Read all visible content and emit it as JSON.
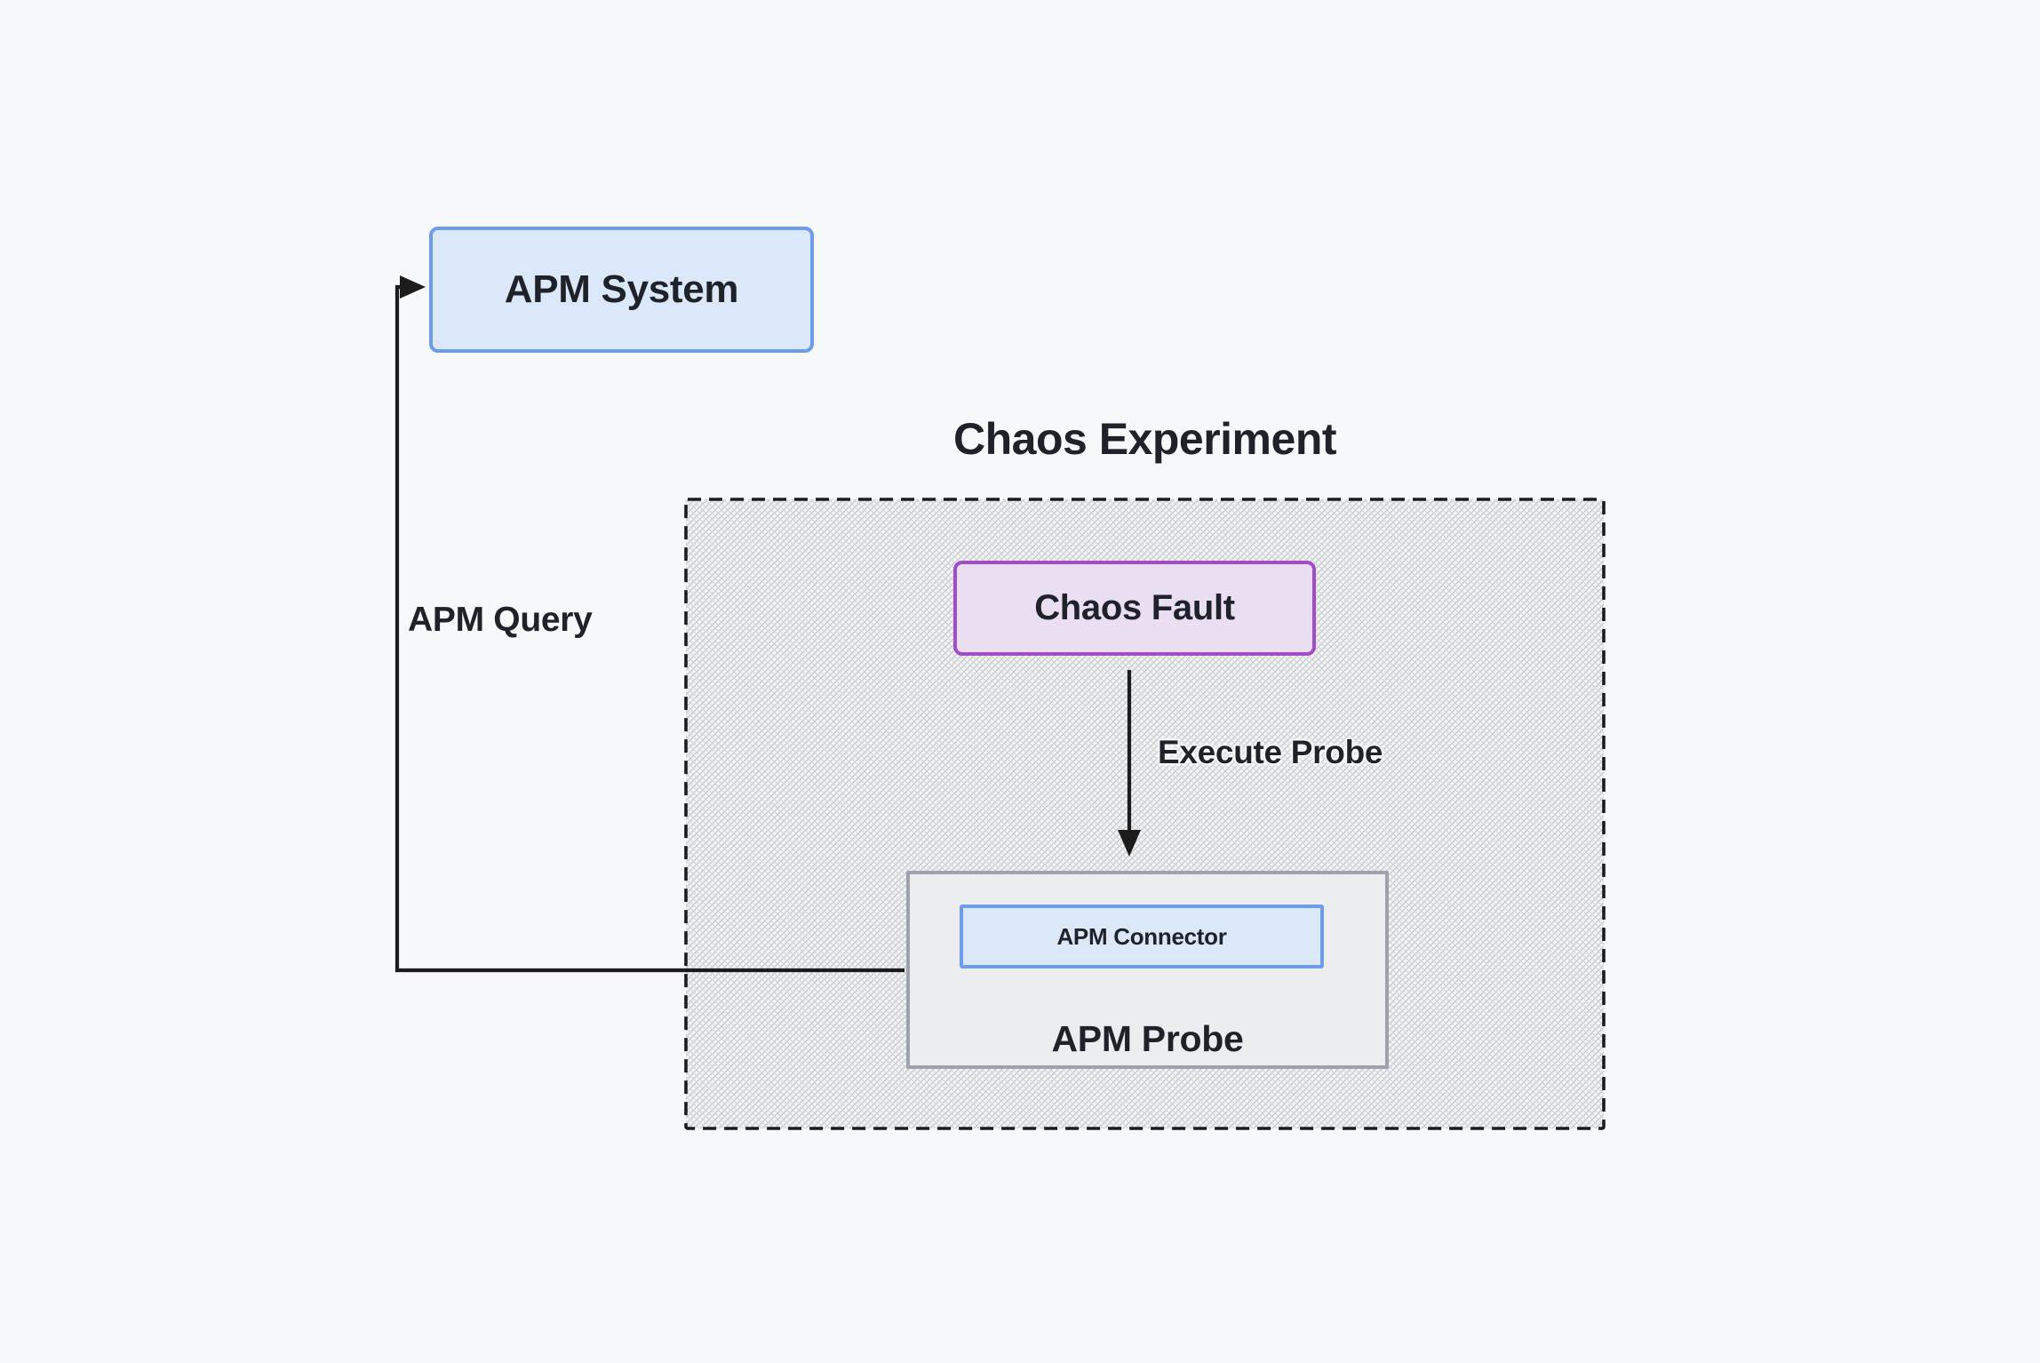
{
  "diagram": {
    "title": "Chaos Experiment",
    "nodes": {
      "apm_system": {
        "label": "APM System"
      },
      "chaos_fault": {
        "label": "Chaos Fault"
      },
      "apm_probe": {
        "label": "APM Probe"
      },
      "apm_connector": {
        "label": "APM Connector"
      }
    },
    "edges": {
      "execute_probe": {
        "label": "Execute Probe",
        "from": "chaos_fault",
        "to": "apm_probe"
      },
      "apm_query": {
        "label": "APM Query",
        "from": "apm_probe",
        "to": "apm_system"
      }
    },
    "colors": {
      "background": "#f7f8fa",
      "blue_node_fill": "#dbe8f9",
      "blue_node_border": "#6d9ceb",
      "purple_node_fill": "#eadef3",
      "purple_node_border": "#a24cc8",
      "gray_node_fill": "#ecedef",
      "gray_node_border": "#9da3ac",
      "line_color": "#1c1c1c",
      "text_color": "#1f2329"
    }
  }
}
